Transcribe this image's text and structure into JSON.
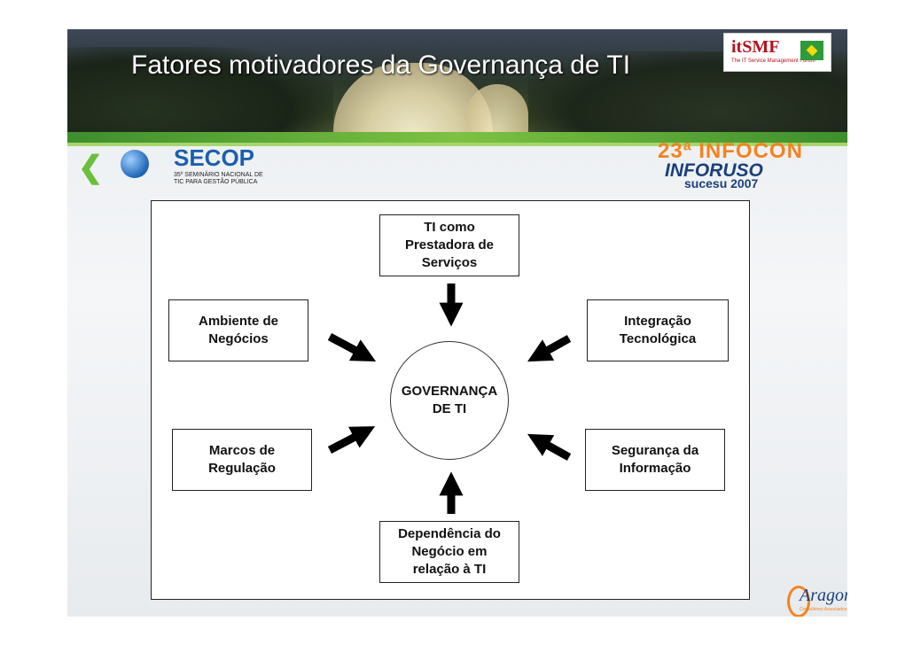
{
  "header": {
    "title": "Fatores motivadores da Governança de TI"
  },
  "logos": {
    "itsmf": {
      "name": "itSMF",
      "tagline": "The IT Service Management Forum"
    },
    "secop": {
      "name": "SECOP",
      "sub_line1": "35º SEMINÁRIO NACIONAL DE",
      "sub_line2": "TIC PARA GESTÃO PÚBLICA"
    },
    "infocon": {
      "title": "23ª INFOCON",
      "name": "INFORUSO",
      "sub": "sucesu 2007"
    },
    "aragon": {
      "name": "Aragon",
      "sub": "Consultores Associados"
    }
  },
  "diagram": {
    "center": "GOVERNANÇA\nDE TI",
    "top": "TI como\nPrestadora de\nServiços",
    "left_top": "Ambiente de\nNegócios",
    "right_top": "Integração\nTecnológica",
    "left_bottom": "Marcos de\nRegulação",
    "right_bottom": "Segurança da\nInformação",
    "bottom": "Dependência do\nNegócio em\nrelação à TI"
  },
  "colors": {
    "accent_green": "#7cc242",
    "secop_blue": "#1b5fad",
    "infocon_orange": "#f58220"
  }
}
